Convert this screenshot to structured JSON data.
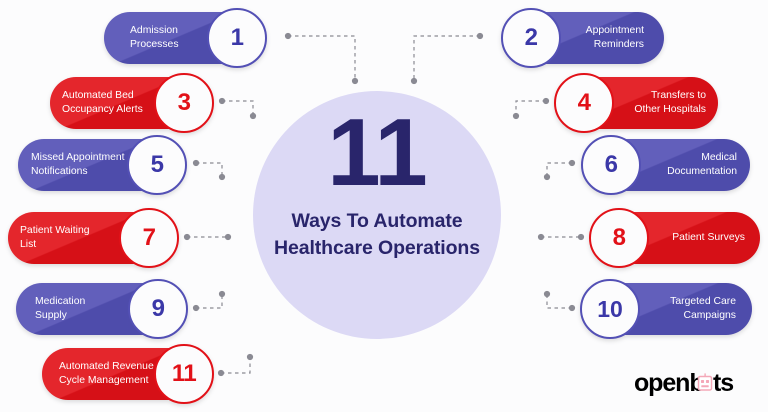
{
  "center": {
    "number": "11",
    "title": "Ways To Automate\nHealthcare\nOperations",
    "bg_color": "#dcd9f5",
    "text_color": "#29256b"
  },
  "colors": {
    "purple": "#5350b5",
    "red": "#e21118",
    "navy": "#29256b",
    "lavender": "#dcd9f5",
    "background": "#fcfcfd",
    "connector": "#8a8a93"
  },
  "items": [
    {
      "number": "1",
      "label": "Admission\nProcesses",
      "color": "purple",
      "side": "left"
    },
    {
      "number": "2",
      "label": "Appointment\nReminders",
      "color": "purple",
      "side": "right"
    },
    {
      "number": "3",
      "label": "Automated Bed\nOccupancy Alerts",
      "color": "red",
      "side": "left"
    },
    {
      "number": "4",
      "label": "Transfers to\nOther Hospitals",
      "color": "red",
      "side": "right"
    },
    {
      "number": "5",
      "label": "Missed Appointment\nNotifications",
      "color": "purple",
      "side": "left"
    },
    {
      "number": "6",
      "label": "Medical\nDocumentation",
      "color": "purple",
      "side": "right"
    },
    {
      "number": "7",
      "label": "Patient Waiting\nList",
      "color": "red",
      "side": "left"
    },
    {
      "number": "8",
      "label": "Patient Surveys",
      "color": "red",
      "side": "right"
    },
    {
      "number": "9",
      "label": "Medication\nSupply",
      "color": "purple",
      "side": "left"
    },
    {
      "number": "10",
      "label": "Targeted Care\nCampaigns",
      "color": "purple",
      "side": "right"
    },
    {
      "number": "11",
      "label": "Automated Revenue\nCycle Management",
      "color": "red",
      "side": "left"
    }
  ],
  "logo": {
    "text_before": "",
    "text": "openbots",
    "icon": "robot-head-icon",
    "icon_color": "#f4a8b8"
  }
}
